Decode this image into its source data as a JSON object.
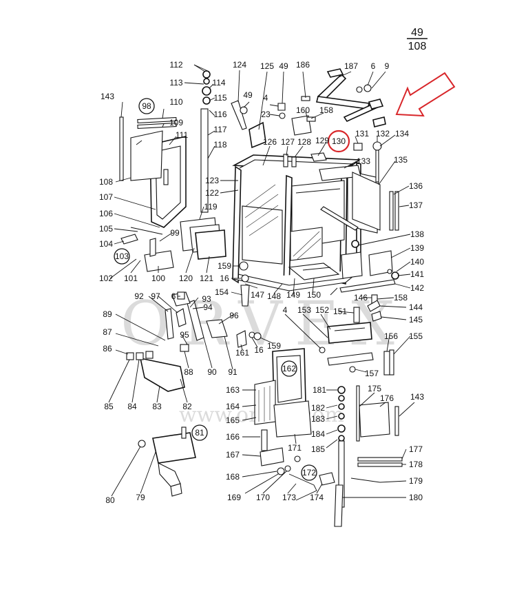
{
  "page_number": {
    "numerator": "49",
    "denominator": "108"
  },
  "watermark": {
    "brand": "ORVEX",
    "url": "www.orvex.com"
  },
  "highlight": {
    "ring_label": "130",
    "ring_color": "#d8262a",
    "arrow_color": "#d8262a"
  },
  "circled_refs": [
    "98",
    "103",
    "162",
    "81",
    "172"
  ],
  "labels": {
    "l112": "112",
    "l113": "113",
    "l114": "114",
    "l115": "115",
    "l116": "116",
    "l117": "117",
    "l118": "118",
    "l124": "124",
    "l125": "125",
    "l49a": "49",
    "l186": "186",
    "l187": "187",
    "l6a": "6",
    "l9": "9",
    "l143a": "143",
    "l110": "110",
    "l109": "109",
    "l111": "111",
    "l49b": "49",
    "l4a": "4",
    "l160": "160",
    "l158a": "158",
    "l23": "23",
    "l131": "131",
    "l132": "132",
    "l134": "134",
    "l129": "129",
    "l126": "126",
    "l127": "127",
    "l128": "128",
    "l133": "133",
    "l135": "135",
    "l108": "108",
    "l123": "123",
    "l122": "122",
    "l136": "136",
    "l137": "137",
    "l107": "107",
    "l119": "119",
    "l106": "106",
    "l105": "105",
    "l99": "99",
    "l104": "104",
    "l138": "138",
    "l139": "139",
    "l102": "102",
    "l101": "101",
    "l100": "100",
    "l120": "120",
    "l121": "121",
    "l159a": "159",
    "l16a": "16",
    "l140": "140",
    "l141": "141",
    "l142": "142",
    "l147": "147",
    "l148": "148",
    "l149": "149",
    "l150": "150",
    "l6b": "6",
    "l93": "93",
    "l154": "154",
    "l92": "92",
    "l97": "97",
    "l94": "94",
    "l146": "146",
    "l158b": "158",
    "l144": "144",
    "l145": "145",
    "l89": "89",
    "l96": "96",
    "l4b": "4",
    "l153": "153",
    "l152": "152",
    "l151": "151",
    "l87": "87",
    "l95": "95",
    "l156": "156",
    "l155": "155",
    "l86": "86",
    "l161": "161",
    "l16b": "16",
    "l159b": "159",
    "l88": "88",
    "l90": "90",
    "l91": "91",
    "l157": "157",
    "l85": "85",
    "l84": "84",
    "l83": "83",
    "l82": "82",
    "l163": "163",
    "l181": "181",
    "l175": "175",
    "l176": "176",
    "l143b": "143",
    "l164": "164",
    "l182": "182",
    "l165": "165",
    "l183": "183",
    "l166": "166",
    "l184": "184",
    "l185": "185",
    "l171": "171",
    "l167": "167",
    "l177": "177",
    "l178": "178",
    "l179": "179",
    "l168": "168",
    "l169": "169",
    "l170": "170",
    "l173": "173",
    "l174": "174",
    "l180": "180",
    "l80": "80",
    "l79": "79"
  }
}
